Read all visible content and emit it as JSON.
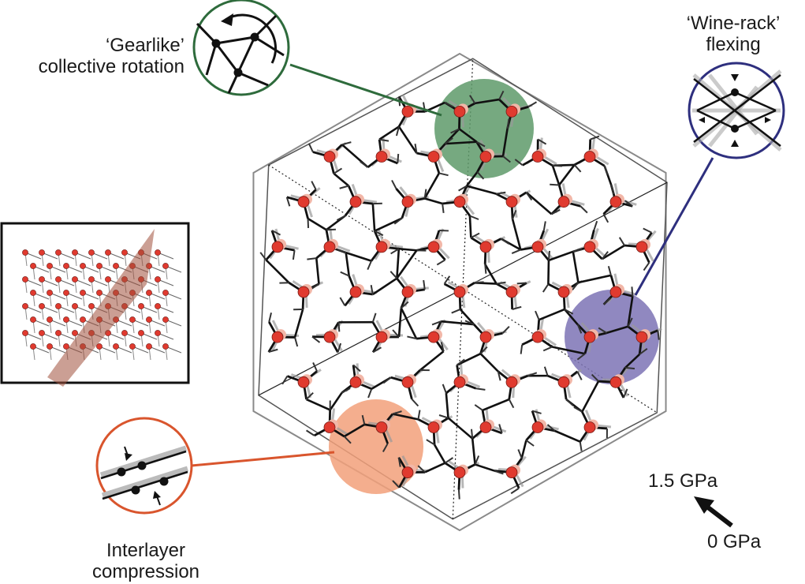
{
  "labels": {
    "gearlike_line1": "‘Gearlike’",
    "gearlike_line2": "collective rotation",
    "winerack_line1": "‘Wine-rack’",
    "winerack_line2": "flexing",
    "interlayer_line1": "Interlayer",
    "interlayer_line2": "compression",
    "pressure_high": "1.5 GPa",
    "pressure_low": "0 GPa"
  },
  "colors": {
    "atom": "#e03a2f",
    "atom_ghost": "#f2b7a8",
    "bond": "#111111",
    "bond_ghost": "#9a9a9a",
    "gearlike_accent": "#2e6b3c",
    "gearlike_fill": "#5e9a6a",
    "winerack_accent": "#2e2f7e",
    "winerack_fill": "#7d73b5",
    "interlayer_accent": "#d9552d",
    "interlayer_fill": "#f2a07a",
    "inset_plane": "#a0503c"
  }
}
